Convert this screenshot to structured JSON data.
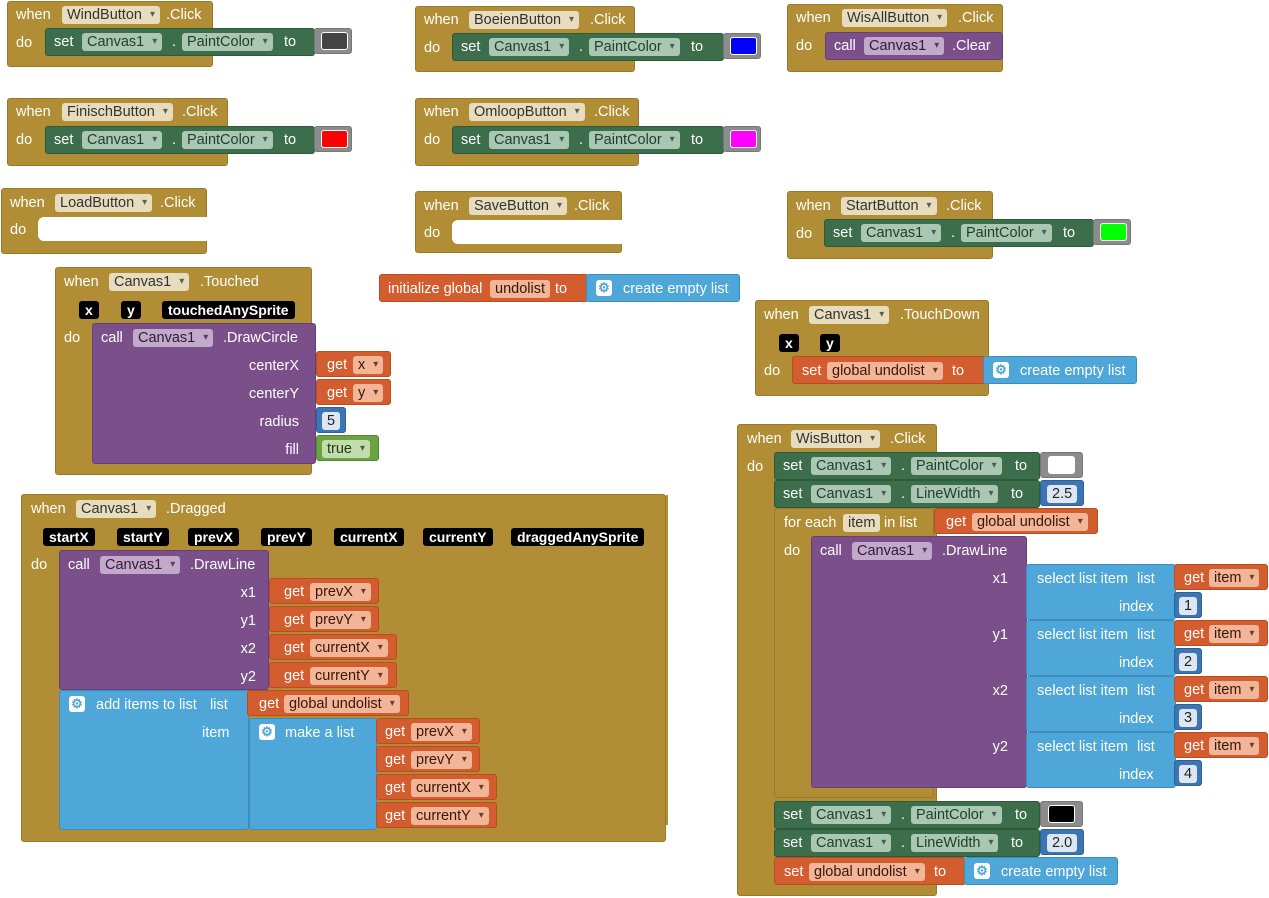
{
  "kw": {
    "when": "when",
    "do": "do",
    "set": "set",
    "call": "call",
    "to": "to",
    "get": "get",
    "dot": ".",
    "init_global": "initialize global",
    "create_empty_list": "create empty list",
    "for_each": "for each",
    "in_list": "in list",
    "select_list_item": "select list item",
    "list": "list",
    "index": "index",
    "add_items": "add items to list",
    "item": "item",
    "make_a_list": "make a list"
  },
  "components": {
    "WindButton": "WindButton",
    "BoeienButton": "BoeienButton",
    "WisAllButton": "WisAllButton",
    "FinischButton": "FinischButton",
    "OmloopButton": "OmloopButton",
    "LoadButton": "LoadButton",
    "SaveButton": "SaveButton",
    "StartButton": "StartButton",
    "WisButton": "WisButton",
    "Canvas1": "Canvas1"
  },
  "events": {
    "click": ".Click",
    "touched": ".Touched",
    "touchdown": ".TouchDown",
    "dragged": ".Dragged"
  },
  "methods": {
    "clear": ".Clear",
    "drawcircle": ".DrawCircle",
    "drawline": ".DrawLine"
  },
  "props": {
    "paintcolor": "PaintColor",
    "linewidth": "LineWidth"
  },
  "params": {
    "x": "x",
    "y": "y",
    "touchedAnySprite": "touchedAnySprite",
    "startX": "startX",
    "startY": "startY",
    "prevX": "prevX",
    "prevY": "prevY",
    "currentX": "currentX",
    "currentY": "currentY",
    "draggedAnySprite": "draggedAnySprite"
  },
  "args": {
    "centerX": "centerX",
    "centerY": "centerY",
    "radius": "radius",
    "fill": "fill",
    "x1": "x1",
    "y1": "y1",
    "x2": "x2",
    "y2": "y2"
  },
  "vars": {
    "undolist": "undolist",
    "global_undolist": "global undolist",
    "item": "item"
  },
  "values": {
    "radius": "5",
    "fill": "true",
    "lw_wis": "2.5",
    "lw_reset": "2.0",
    "idx1": "1",
    "idx2": "2",
    "idx3": "3",
    "idx4": "4"
  },
  "colors": {
    "wind": "#444444",
    "boeien": "#0000ff",
    "finisch": "#ff0000",
    "omloop": "#ff00ff",
    "start": "#00ff00",
    "wis": "#ffffff",
    "reset": "#000000",
    "event": "#b18e35",
    "setter": "#3c6e4c",
    "procedure": "#7b4f89",
    "variable": "#d35d2e",
    "list": "#4ea7d8",
    "math": "#3d74b4",
    "logic": "#6aa341"
  },
  "icons": {
    "mutator": "gear-icon",
    "dropdown": "chevron-down-icon"
  }
}
